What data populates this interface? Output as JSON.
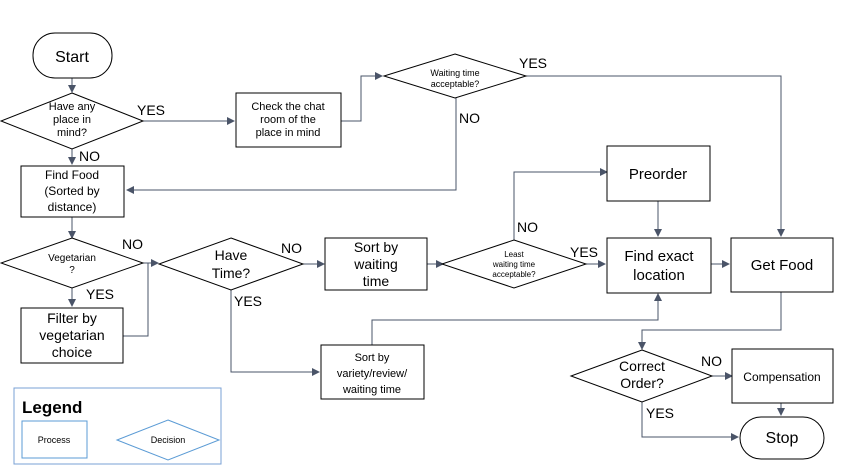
{
  "nodes": {
    "start": "Start",
    "have_place": [
      "Have any",
      "place in",
      "mind?"
    ],
    "check_chat": [
      "Check the chat",
      "room of the",
      "place in mind"
    ],
    "waiting_acceptable": [
      "Waiting time",
      "acceptable?"
    ],
    "find_food": [
      "Find Food",
      "(Sorted by",
      "distance)"
    ],
    "vegetarian": [
      "Vegetarian",
      "?"
    ],
    "filter_veg": [
      "Filter by",
      "vegetarian",
      "choice"
    ],
    "have_time": [
      "Have",
      "Time?"
    ],
    "sort_waiting": [
      "Sort by",
      "waiting",
      "time"
    ],
    "least_waiting": [
      "Least",
      "waiting time",
      "acceptable?"
    ],
    "preorder": "Preorder",
    "find_location": [
      "Find exact",
      "location"
    ],
    "get_food": "Get Food",
    "sort_variety": [
      "Sort by",
      "variety/review/",
      "waiting time"
    ],
    "correct_order": [
      "Correct",
      "Order?"
    ],
    "compensation": "Compensation",
    "stop": "Stop"
  },
  "edge_labels": {
    "have_place_yes": "YES",
    "have_place_no": "NO",
    "waiting_yes": "YES",
    "waiting_no": "NO",
    "veg_no": "NO",
    "veg_yes": "YES",
    "time_no": "NO",
    "time_yes": "YES",
    "least_no": "NO",
    "least_yes": "YES",
    "correct_no": "NO",
    "correct_yes": "YES"
  },
  "legend": {
    "title": "Legend",
    "process": "Process",
    "decision": "Decision"
  },
  "colors": {
    "line": "#4a5468",
    "shape_stroke": "#000000",
    "legend_border": "#7aa0d4",
    "legend_diamond": "#5b9bd5"
  }
}
